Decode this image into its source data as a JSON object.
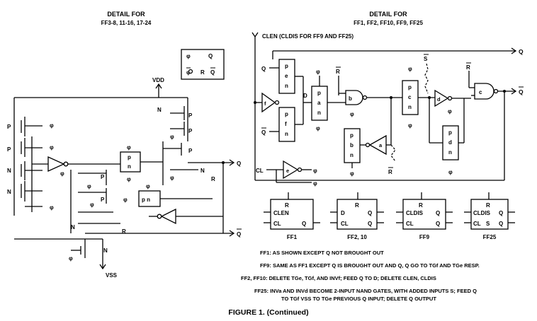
{
  "left_detail": {
    "title": "DETAIL FOR",
    "subtitle": "FF3-8, 11-16, 17-24",
    "vdd": "VDD",
    "vss": "VSS",
    "out_q": "Q",
    "out_qbar": "Q",
    "phi": "φ",
    "phibar": "φ",
    "p": "P",
    "n": "N",
    "r": "R",
    "pn_gate_p": "p",
    "pn_gate_n": "n",
    "pn_label": "p n",
    "mini": {
      "phi": "φ",
      "phibar": "φ",
      "q": "Q",
      "qbar": "Q",
      "r": "R"
    }
  },
  "right_detail": {
    "title": "DETAIL FOR",
    "subtitle": "FF1, FF2, FF10, FF9, FF25",
    "clen_note": "CLEN (CLDIS FOR FF9 AND FF25)",
    "out_q": "Q",
    "out_qbar": "Q",
    "s_bar": "S",
    "r_bar": "R",
    "q_in": "Q",
    "qbar_in": "Q",
    "d": "D",
    "cl": "CL",
    "phi": "φ",
    "phibar": "φ",
    "pen": [
      "p",
      "e",
      "n"
    ],
    "pfn": [
      "p",
      "f",
      "n"
    ],
    "pan": [
      "p",
      "a",
      "n"
    ],
    "pbn": [
      "p",
      "b",
      "n"
    ],
    "pcn": [
      "p",
      "c",
      "n"
    ],
    "pdn": [
      "p",
      "d",
      "n"
    ],
    "gate_labels": {
      "f": "f",
      "b": "b",
      "a": "a",
      "d": "d",
      "c": "c",
      "e": "e"
    }
  },
  "blocks": [
    {
      "name": "FF1",
      "pins": [
        "R",
        "CLEN",
        "CL",
        "Q"
      ]
    },
    {
      "name": "FF2, 10",
      "pins": [
        "R",
        "D",
        "Q",
        "CL",
        "Q"
      ]
    },
    {
      "name": "FF9",
      "pins": [
        "R",
        "CLDIS",
        "Q",
        "CL",
        "Q"
      ]
    },
    {
      "name": "FF25",
      "pins": [
        "R",
        "CLDIS",
        "Q",
        "CL",
        "S",
        "Q"
      ]
    }
  ],
  "notes": [
    {
      "label": "FF1:",
      "text": "AS SHOWN EXCEPT Q NOT BROUGHT OUT"
    },
    {
      "label": "FF9:",
      "text": "SAME AS FF1 EXCEPT Q IS BROUGHT OUT AND Q, Q GO TO TGf AND TGe RESP."
    },
    {
      "label": "FF2, FF10:",
      "text": "DELETE TGe, TGf, AND INVf; FEED Q TO D; DELETE CLEN, CLDIS"
    },
    {
      "label": "FF25:",
      "text": "INVa AND INVd BECOME 2-INPUT NAND GATES, WITH ADDED INPUTS S; FEED Q"
    },
    {
      "label": "",
      "text": "TO TGf VSS TO TGe PREVIOUS Q INPUT; DELETE Q OUTPUT"
    }
  ],
  "figure_title": "FIGURE 1.   (Continued)"
}
